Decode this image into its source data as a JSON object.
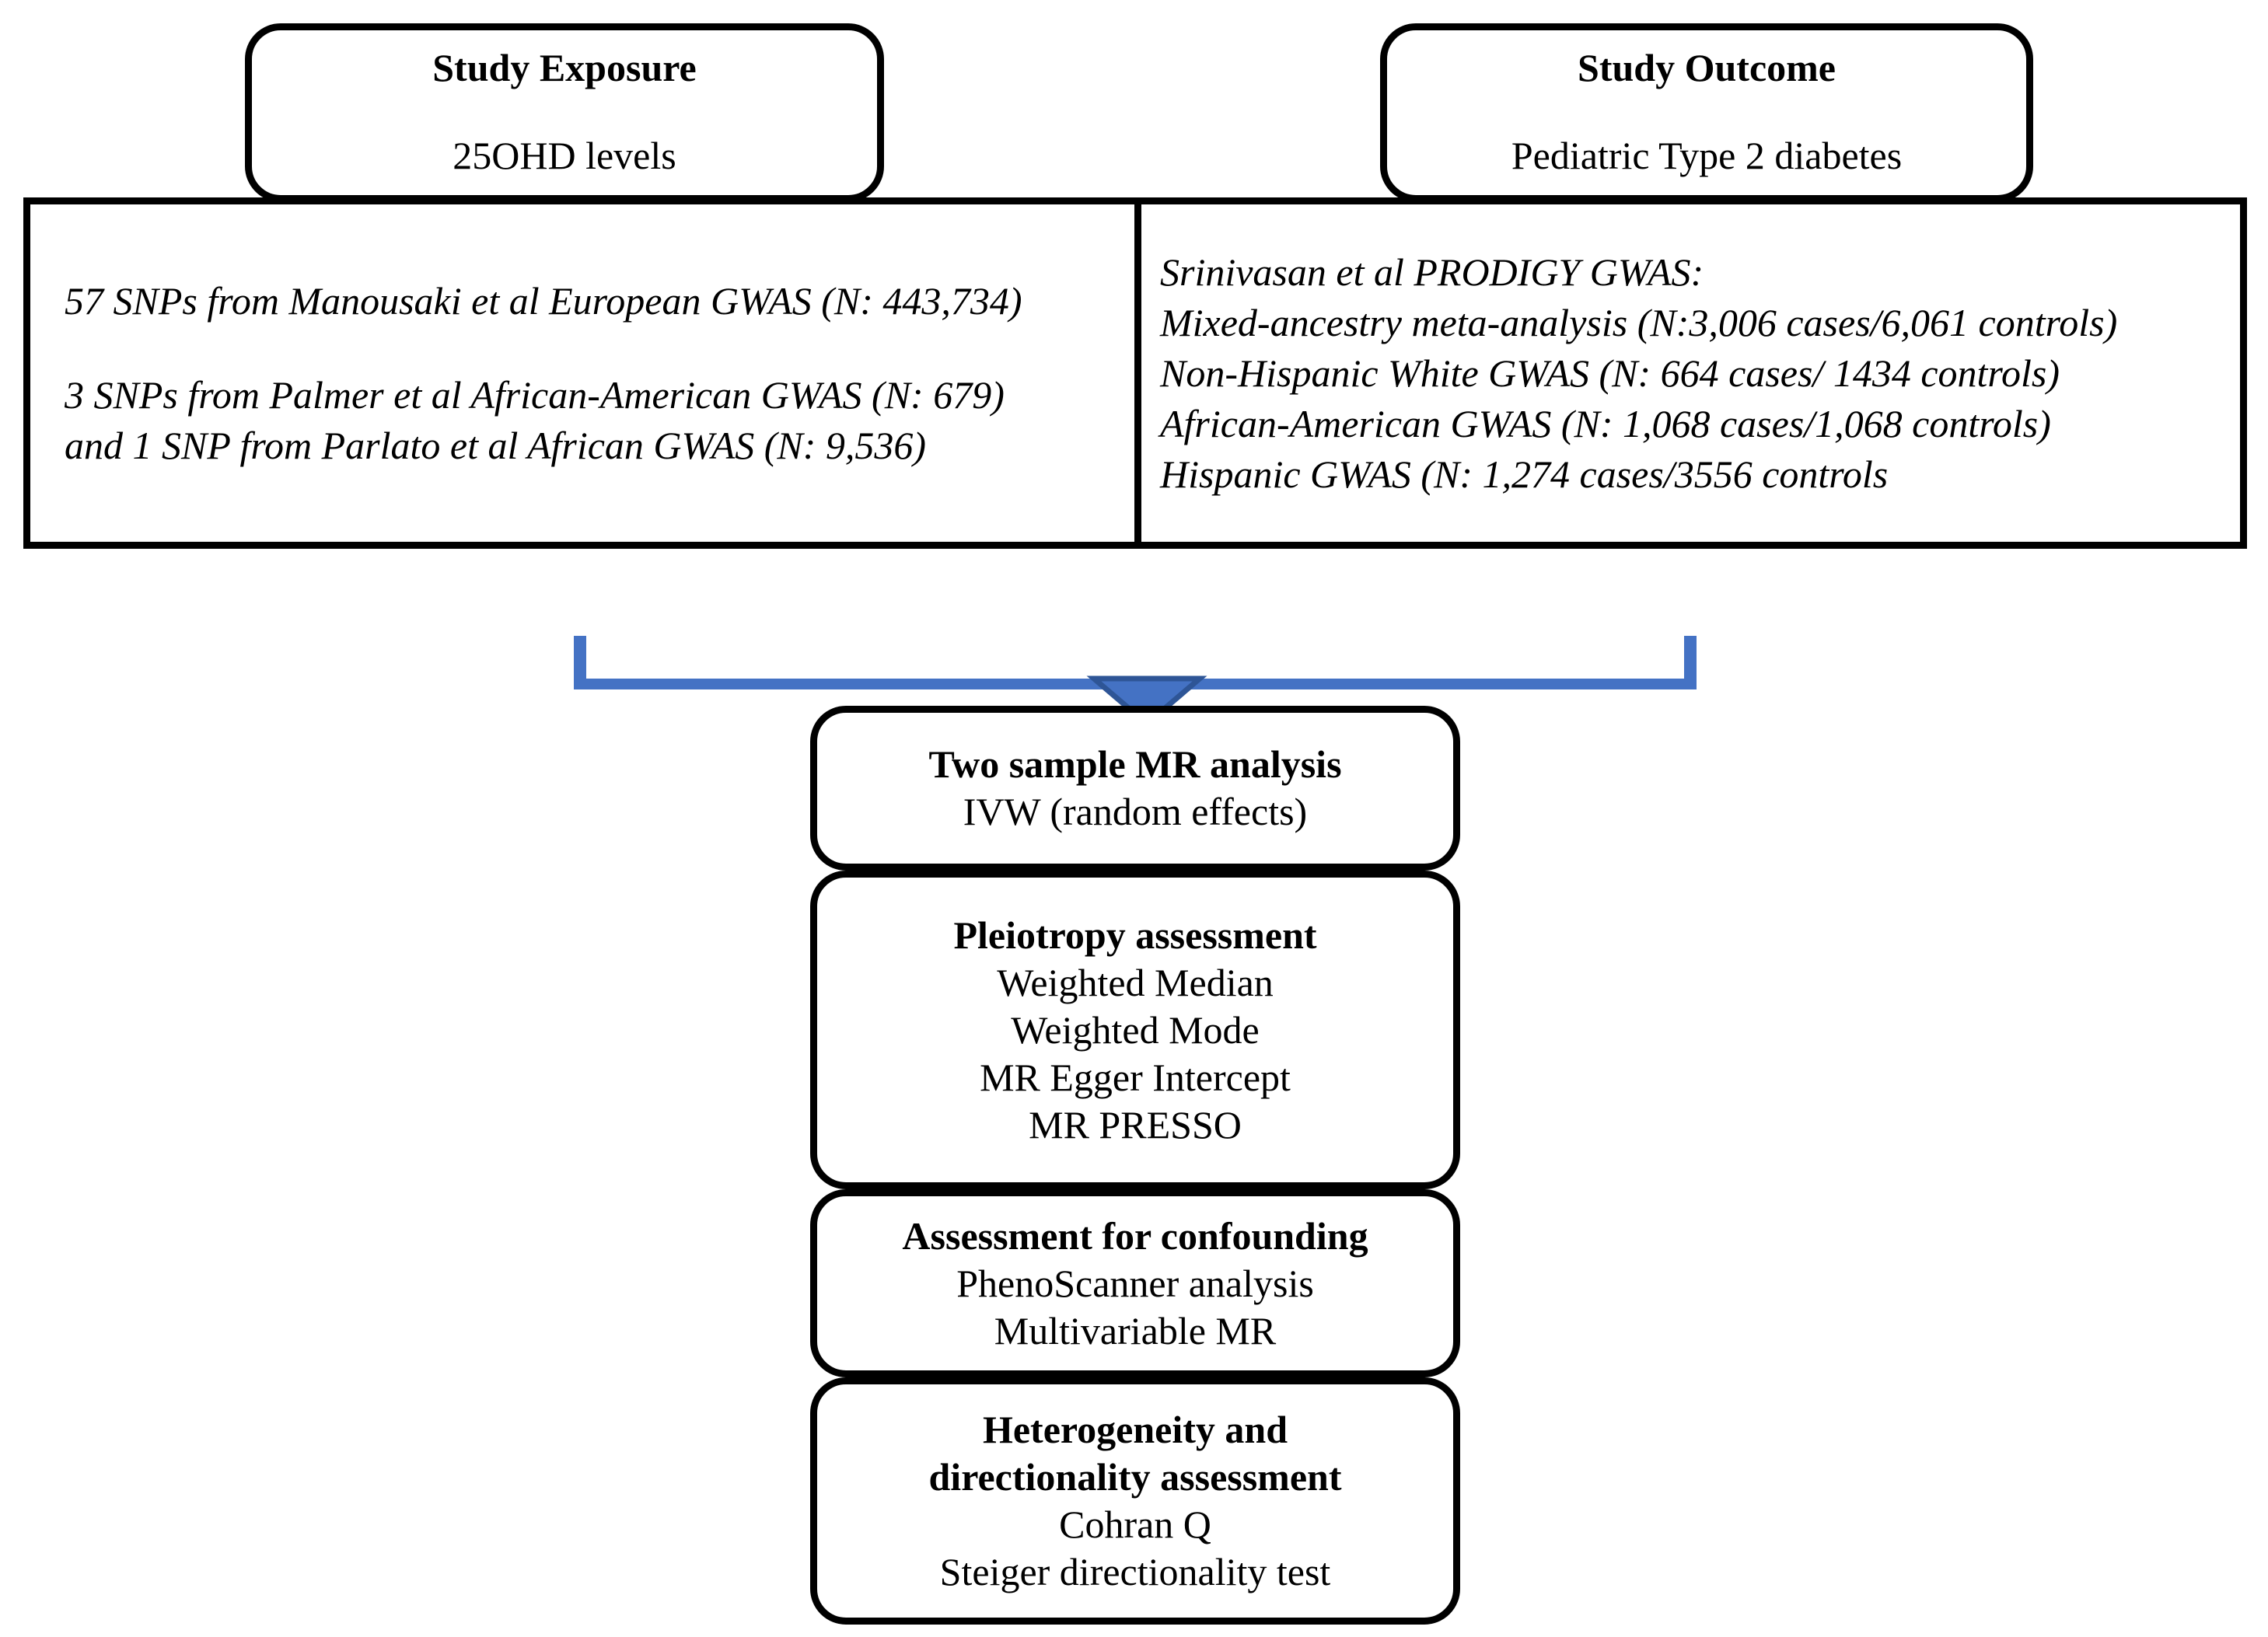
{
  "diagram": {
    "type": "flowchart",
    "colors": {
      "outline": "#000000",
      "background": "#ffffff",
      "connector_blue": "#4472C4",
      "connector_blue_dark": "#2E5596"
    },
    "exposure_header": {
      "title": "Study Exposure",
      "subtitle": "25OHD levels"
    },
    "outcome_header": {
      "title": "Study Outcome",
      "subtitle": "Pediatric Type 2 diabetes"
    },
    "exposure_detail": {
      "paragraph_1": "57 SNPs from Manousaki et al European GWAS (N: 443,734)",
      "paragraph_2_line_1": "3 SNPs from Palmer et al African-American GWAS  (N: 679)",
      "paragraph_2_line_2": "and 1 SNP from Parlato et al African GWAS (N: 9,536)"
    },
    "outcome_detail": {
      "lines": [
        "Srinivasan et al PRODIGY GWAS:",
        "Mixed-ancestry meta-analysis (N:3,006 cases/6,061 controls)",
        "Non-Hispanic White GWAS (N: 664 cases/ 1434 controls)",
        "African-American GWAS (N: 1,068 cases/1,068 controls)",
        "Hispanic GWAS (N: 1,274 cases/3556 controls"
      ]
    },
    "analysis_steps": [
      {
        "title": "Two sample MR analysis",
        "items": [
          "IVW (random effects)"
        ]
      },
      {
        "title": "Pleiotropy assessment",
        "items": [
          "Weighted Median",
          "Weighted Mode",
          "MR Egger Intercept",
          "MR PRESSO"
        ]
      },
      {
        "title": "Assessment for confounding",
        "items": [
          "PhenoScanner analysis",
          "Multivariable MR"
        ]
      },
      {
        "title_line_1": "Heterogeneity and",
        "title_line_2": "directionality assessment",
        "items": [
          "Cohran Q",
          "Steiger directionality test"
        ]
      }
    ]
  }
}
